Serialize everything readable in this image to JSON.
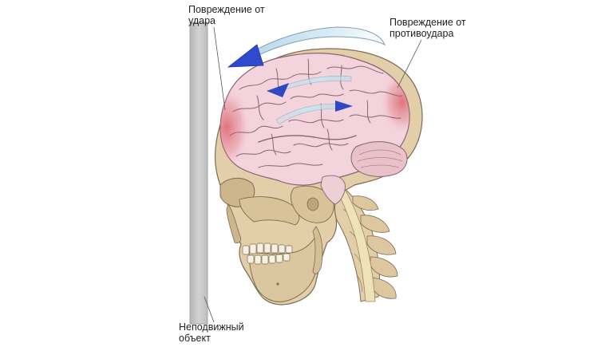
{
  "labels": {
    "coup": [
      "Повреждение от",
      "удара"
    ],
    "contrecoup": [
      "Повреждение от",
      "противоудара"
    ],
    "fixed_object": [
      "Неподвижный",
      "объект"
    ]
  },
  "colors": {
    "bone": "#e2cfa9",
    "bone_outline": "#7d6b52",
    "brain": "#f3d3dc",
    "brain_outline": "#8a6470",
    "injury": "#d9535f",
    "arrow_large": "#2f49cf",
    "arrow_small": "#3048c4",
    "arrow_band": "#b4dde8",
    "wall": "#c4c4c4",
    "leader_line": "#555555"
  },
  "icons": {
    "large_arrow": "curved-arrow-left",
    "brain_arrow_top": "curved-arrow-left",
    "brain_arrow_bottom": "curved-arrow-right"
  }
}
